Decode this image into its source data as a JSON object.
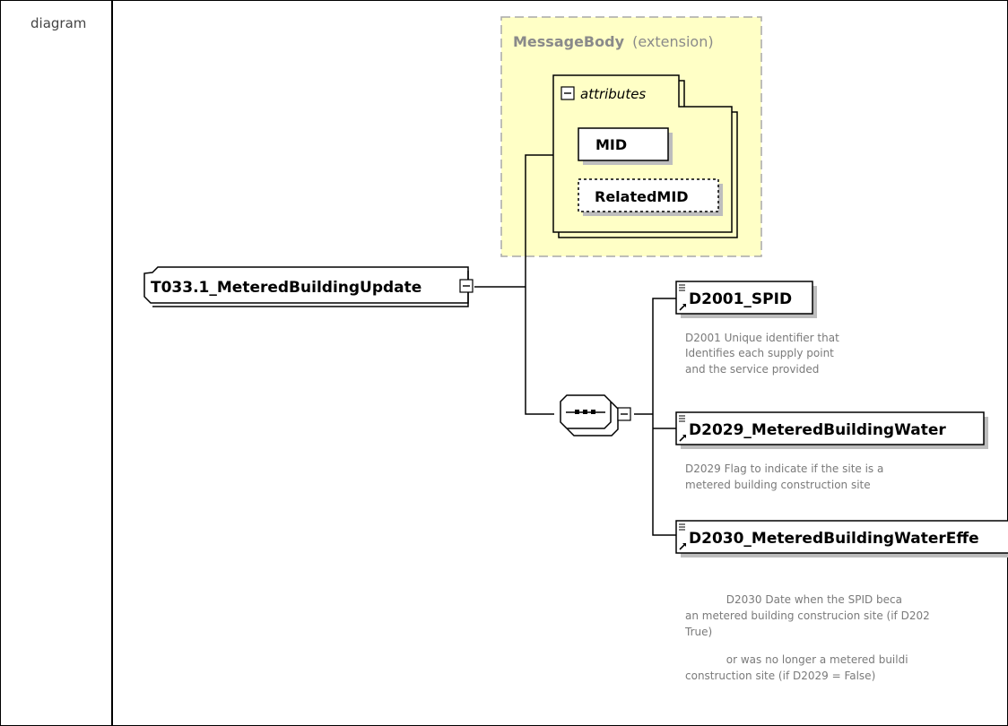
{
  "row_label": "diagram",
  "root": {
    "name": "T033.1_MeteredBuildingUpdate"
  },
  "base_type": {
    "name": "MessageBody",
    "qualifier": "(extension)"
  },
  "attributes_group": {
    "label": "attributes"
  },
  "attributes": [
    {
      "name": "MID",
      "optional": false
    },
    {
      "name": "RelatedMID",
      "optional": true
    }
  ],
  "compositor": {
    "kind": "sequence"
  },
  "elements": [
    {
      "name": "D2001_SPID",
      "annotation": [
        "D2001 Unique identifier that",
        "Identifies each supply point",
        "and the service provided"
      ]
    },
    {
      "name": "D2029_MeteredBuildingWater",
      "annotation": [
        "D2029 Flag to indicate if the site is a",
        "metered building construction site"
      ]
    },
    {
      "name": "D2030_MeteredBuildingWaterEffe",
      "annotation": [
        "            D2030 Date when the SPID beca",
        "an metered building construcion site (if D202",
        "True)",
        "            or was no longer a metered buildi",
        "construction site (if D2029 = False)"
      ]
    }
  ],
  "colors": {
    "extension_fill": "#ffffc6",
    "extension_border": "#a0a0a0",
    "annotation_text": "#7a7a7a",
    "line": "#000000"
  }
}
